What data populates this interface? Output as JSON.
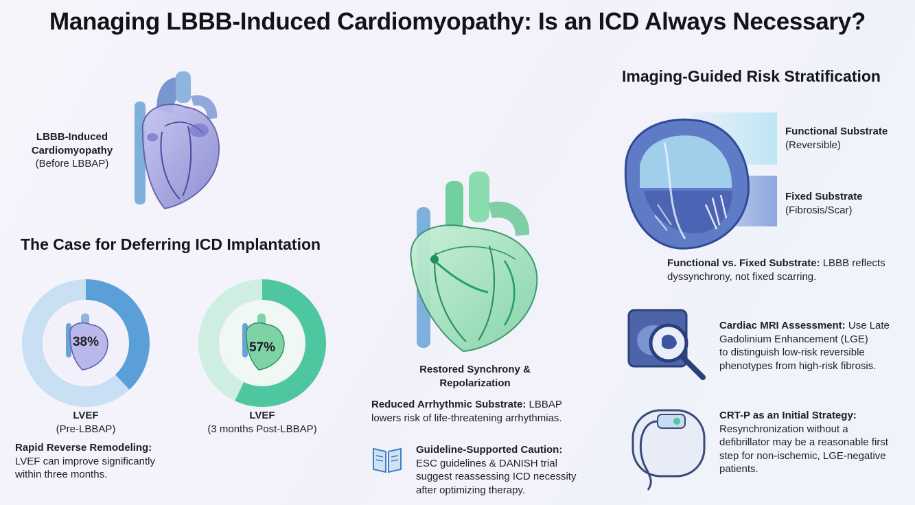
{
  "title": "Managing LBBB-Induced Cardiomyopathy: Is an ICD Always Necessary?",
  "colors": {
    "before_blue": "#5a9fd8",
    "before_blue_light": "#c9dff3",
    "after_green": "#4ec69f",
    "after_green_light": "#cdeee1",
    "heart_purple": "#8f8fd6",
    "heart_green": "#5ec893"
  },
  "heart_before": {
    "label_line1": "LBBB-Induced",
    "label_line2": "Cardiomyopathy",
    "label_line3": "(Before LBBAP)"
  },
  "case_section": {
    "heading": "The Case for Deferring ICD Implantation",
    "gauge_pre": {
      "value_pct": 38,
      "value_text": "38%",
      "label": "LVEF",
      "sublabel": "(Pre-LBBAP)"
    },
    "gauge_post": {
      "value_pct": 57,
      "value_text": "57%",
      "label": "LVEF",
      "sublabel": "(3 months Post-LBBAP)"
    },
    "remodeling_title": "Rapid Reverse Remodeling:",
    "remodeling_line1": "LVEF can improve significantly",
    "remodeling_line2": "within three months."
  },
  "center": {
    "heart_label_line1": "Restored Synchrony &",
    "heart_label_line2": "Repolarization",
    "substrate_title": "Reduced Arrhythmic Substrate:",
    "substrate_text1": "LBBAP",
    "substrate_text2": "lowers risk of life-threatening arrhythmias.",
    "guideline_title": "Guideline-Supported Caution:",
    "guideline_line1": "ESC guidelines & DANISH trial",
    "guideline_line2": "suggest reassessing ICD necessity",
    "guideline_line3": "after optimizing therapy."
  },
  "imaging": {
    "heading": "Imaging-Guided Risk Stratification",
    "functional_title": "Functional Substrate",
    "functional_sub": "(Reversible)",
    "fixed_title": "Fixed Substrate",
    "fixed_sub": "(Fibrosis/Scar)",
    "compare_title": "Functional vs. Fixed Substrate:",
    "compare_text1": "LBBB reflects",
    "compare_text2": "dyssynchrony, not fixed scarring.",
    "mri_title": "Cardiac MRI Assessment:",
    "mri_text1": "Use Late",
    "mri_line2": "Gadolinium Enhancement (LGE)",
    "mri_line3": "to distinguish low-risk reversible",
    "mri_line4": "phenotypes from high-risk fibrosis.",
    "crt_title": "CRT-P as an Initial Strategy:",
    "crt_line1": "Resynchronization without a",
    "crt_line2": "defibrillator may be a reasonable first",
    "crt_line3": "step for non-ischemic, LGE-negative",
    "crt_line4": "patients."
  }
}
